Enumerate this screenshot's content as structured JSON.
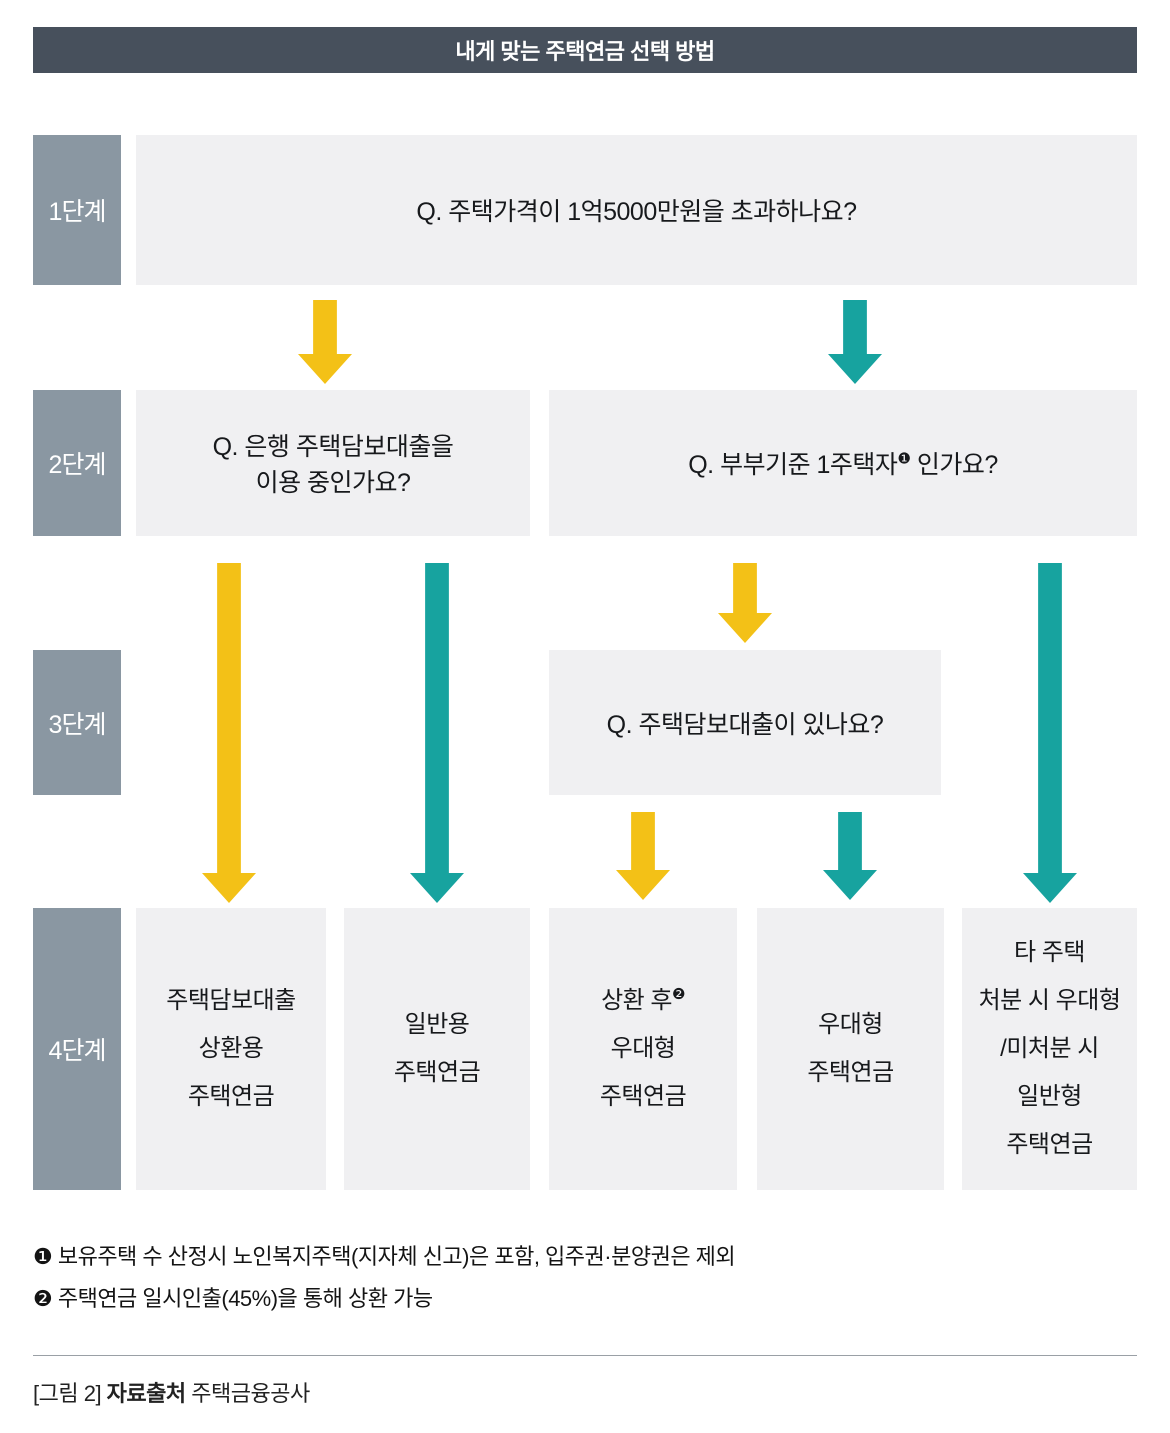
{
  "title": "내게 맞는 주택연금 선택 방법",
  "stages": [
    {
      "label": "1단계"
    },
    {
      "label": "2단계"
    },
    {
      "label": "3단계"
    },
    {
      "label": "4단계"
    }
  ],
  "questions": {
    "q1": "Q. 주택가격이 1억5000만원을 초과하나요?",
    "q2_left": "Q. 은행 주택담보대출을\n이용 중인가요?",
    "q2_right_prefix": "Q. 부부기준 1주택자",
    "q2_right_sup": "❶",
    "q2_right_suffix": " 인가요?",
    "q3": "Q. 주택담보대출이 있나요?"
  },
  "results": [
    {
      "text": "주택담보대출\n상환용\n주택연금"
    },
    {
      "text": "일반용\n주택연금"
    },
    {
      "line1": "상환 후",
      "sup": "❷",
      "line2": "우대형",
      "line3": "주택연금"
    },
    {
      "text": "우대형\n주택연금"
    },
    {
      "text": "타 주택\n처분 시 우대형\n/미처분 시\n일반형\n주택연금"
    }
  ],
  "footnotes": [
    "❶ 보유주택 수 산정시 노인복지주택(지자체 신고)은 포함, 입주권·분양권은 제외",
    "❷ 주택연금 일시인출(45%)을 통해 상환 가능"
  ],
  "caption": {
    "prefix": "[그림 2] ",
    "bold": "자료출처",
    "suffix": " 주택금융공사"
  },
  "colors": {
    "header_bg": "#47505c",
    "stage_bg": "#8a97a2",
    "box_bg": "#f0f0f2",
    "arrow_yellow": "#f3c117",
    "arrow_teal": "#17a39f"
  }
}
